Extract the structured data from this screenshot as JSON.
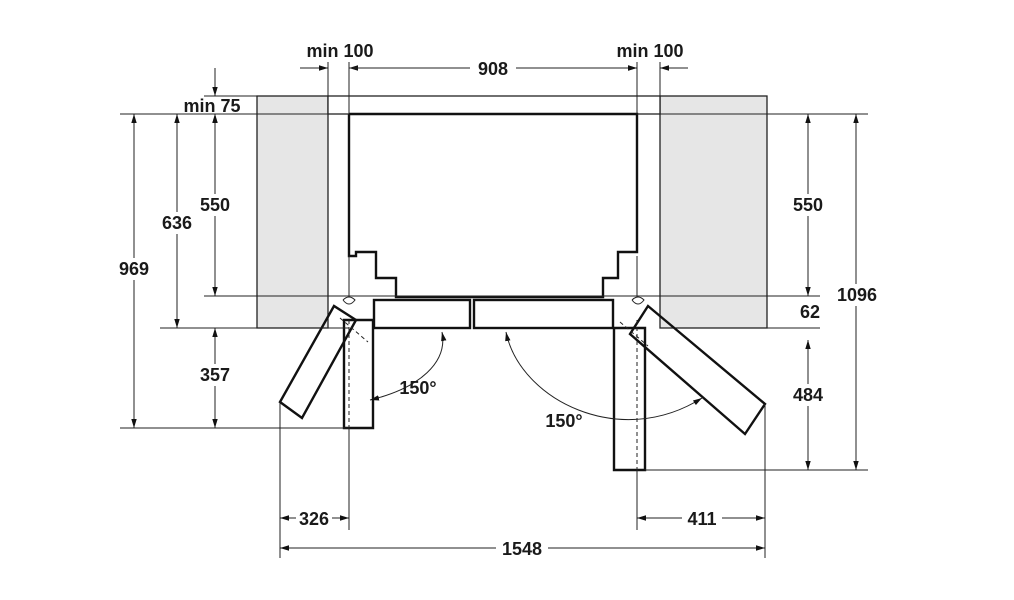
{
  "dimensions": {
    "top_left_clearance": "min 100",
    "top_width": "908",
    "top_right_clearance": "min 100",
    "top_gap": "min 75",
    "left_outer": "969",
    "left_inner": "636",
    "left_depth": "550",
    "left_door_extension": "357",
    "right_depth": "550",
    "right_hinge": "62",
    "right_door_extension": "484",
    "right_outer": "1096",
    "angle_left": "150°",
    "angle_right": "150°",
    "bottom_left": "326",
    "bottom_right": "411",
    "bottom_total": "1548"
  }
}
